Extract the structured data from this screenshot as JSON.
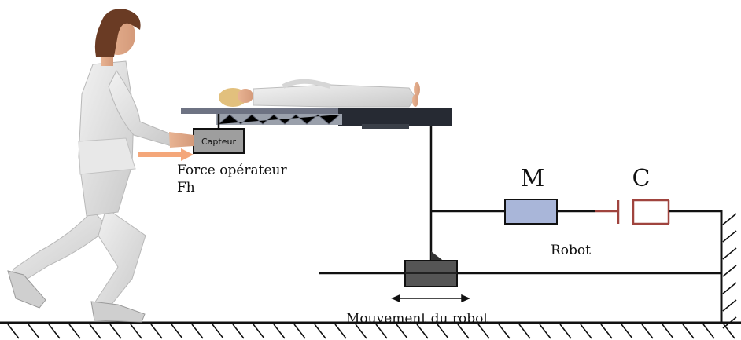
{
  "labels": {
    "capteur": "Capteur",
    "force_line1": "Force opérateur",
    "force_line2": "Fh",
    "mass": "M",
    "damper": "C",
    "robot": "Robot",
    "movement": "Mouvement du robot"
  },
  "colors": {
    "mass_fill": "#a9b6d9",
    "damper": "#a0443e",
    "force_arrow": "#f4a77a",
    "sensor_fill": "#9e9e9e",
    "block": "#555555",
    "line": "#111111"
  },
  "figures": [
    "operator-nurse-figure",
    "patient-figure"
  ]
}
